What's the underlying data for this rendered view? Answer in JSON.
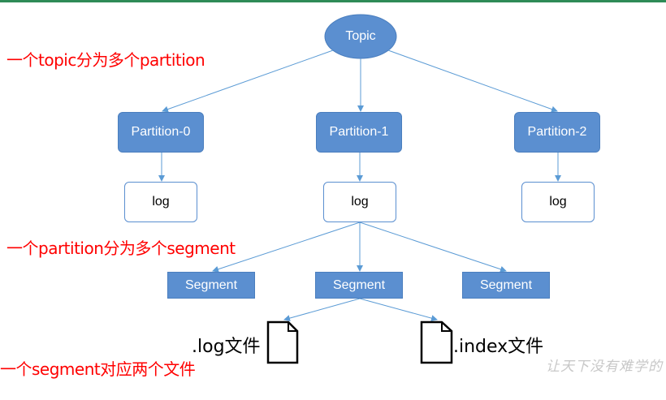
{
  "topic": {
    "label": "Topic"
  },
  "partitions": [
    {
      "label": "Partition-0",
      "log_label": "log"
    },
    {
      "label": "Partition-1",
      "log_label": "log"
    },
    {
      "label": "Partition-2",
      "log_label": "log"
    }
  ],
  "segments": [
    "Segment",
    "Segment",
    "Segment"
  ],
  "files": [
    {
      "label": ".log文件"
    },
    {
      "label": ".index文件"
    }
  ],
  "annotations": {
    "topic_note": "一个topic分为多个partition",
    "partition_note": "一个partition分为多个segment",
    "segment_note": "一个segment对应两个文件"
  },
  "watermark": "让天下没有难学的",
  "colors": {
    "node_fill": "#5b8fd0",
    "line": "#5b9bd5",
    "annotation": "#ff0000",
    "top_bar": "#2e8b57"
  }
}
